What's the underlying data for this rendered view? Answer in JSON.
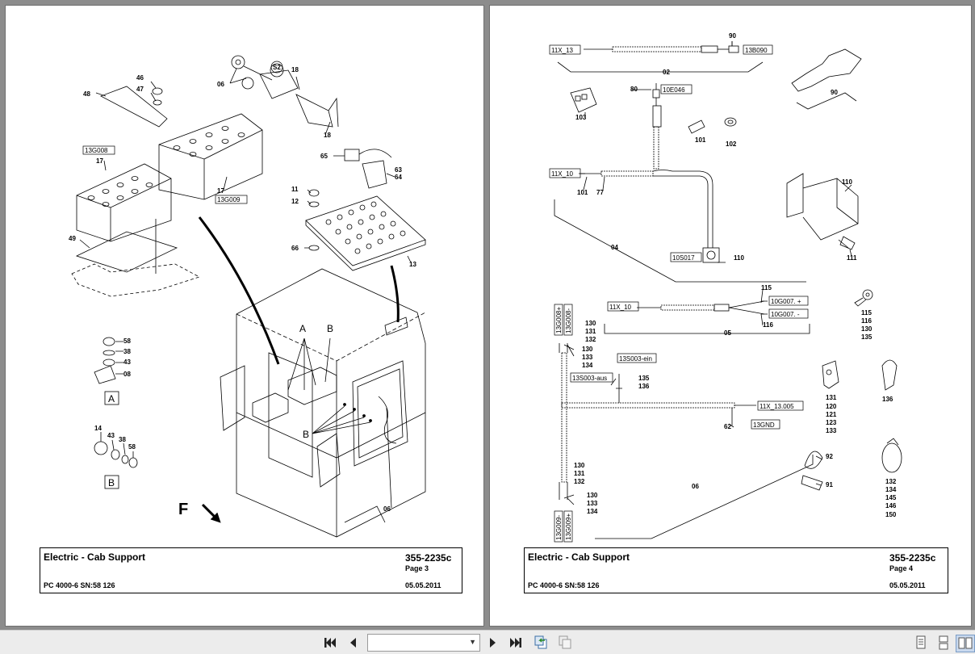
{
  "pages": [
    {
      "title": "Electric - Cab Support",
      "doc_number": "355-2235c",
      "page_label": "Page 3",
      "machine": "PC 4000-6 SN:58 126",
      "date": "05.05.2011",
      "labels": {
        "p46": "46",
        "p47": "47",
        "p48": "48",
        "p06a": "06",
        "s2": "S2",
        "p18a": "18",
        "p18b": "18",
        "g13g008": "13G008",
        "p17a": "17",
        "p17b": "17",
        "g13g009": "13G009",
        "p65": "65",
        "p63": "63",
        "p64": "64",
        "p11": "11",
        "p12": "12",
        "p66": "66",
        "p13": "13",
        "p49": "49",
        "p58a": "58",
        "p38a": "38",
        "p43a": "43",
        "p08": "08",
        "boxA": "A",
        "p14": "14",
        "p43b": "43",
        "p38b": "38",
        "p58b": "58",
        "boxB": "B",
        "calloutA": "A",
        "calloutB1": "B",
        "calloutB2": "B",
        "p06b": "06",
        "arrowF": "F"
      }
    },
    {
      "title": "Electric - Cab Support",
      "doc_number": "355-2235c",
      "page_label": "Page 4",
      "machine": "PC 4000-6 SN:58 126",
      "date": "05.05.2011",
      "labels": {
        "c11x13": "11X_13",
        "p90a": "90",
        "c13b090": "13B090",
        "p02": "02",
        "p90b": "90",
        "p80": "80",
        "c10e046": "10E046",
        "p103": "103",
        "p101a": "101",
        "p102": "102",
        "c11x10a": "11X_10",
        "p101b": "101",
        "p77": "77",
        "p110a": "110",
        "p111": "111",
        "p04": "04",
        "c10s017": "10S017",
        "p110b": "110",
        "p115a": "115",
        "c11x10b": "11X_10",
        "c10g007p": "10G007. +",
        "c10g007m": "10G007. -",
        "p116a": "116",
        "p05": "05",
        "p115b": "115",
        "p116b": "116",
        "p130a": "130",
        "p135a": "135",
        "c13g008p": "13G008+",
        "c13g008m": "13G008-",
        "p130b": "130",
        "p131a": "131",
        "p132a": "132",
        "p130c": "130",
        "p133a": "133",
        "p134a": "134",
        "c13s003ein": "13S003-ein",
        "c13s003aus": "13S003-aus",
        "p135b": "135",
        "p136a": "136",
        "c11x13005": "11X_13.005",
        "p62": "62",
        "c13gnd": "13GND",
        "p131b": "131",
        "p120": "120",
        "p121": "121",
        "p123": "123",
        "p133b": "133",
        "p136b": "136",
        "p92": "92",
        "p91": "91",
        "p06": "06",
        "p130d": "130",
        "p131c": "131",
        "p132b": "132",
        "p130e": "130",
        "p133c": "133",
        "p134b": "134",
        "c13g009m": "13G009-",
        "c13g009p": "13G009+",
        "p132c": "132",
        "p134c": "134",
        "p145": "145",
        "p146": "146",
        "p150": "150"
      }
    }
  ],
  "toolbar": {
    "first_page_icon": "first-page-icon",
    "prev_page_icon": "previous-page-icon",
    "page_select_value": "",
    "next_page_icon": "next-page-icon",
    "last_page_icon": "last-page-icon",
    "go_back_icon": "go-back-view-icon",
    "go_forward_icon": "go-forward-view-icon",
    "single_page_icon": "single-page-view-icon",
    "continuous_icon": "continuous-view-icon",
    "facing_icon": "facing-pages-view-icon"
  }
}
